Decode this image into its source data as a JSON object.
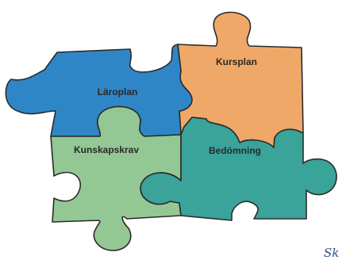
{
  "pieces": {
    "laroplan": {
      "label": "Läroplan",
      "color": "#2f86c6"
    },
    "kursplan": {
      "label": "Kursplan",
      "color": "#f0a868"
    },
    "kunskapskrav": {
      "label": "Kunskapskrav",
      "color": "#93c894"
    },
    "bedomning": {
      "label": "Bedömning",
      "color": "#3aa39a"
    }
  },
  "corner_text": "Sk"
}
